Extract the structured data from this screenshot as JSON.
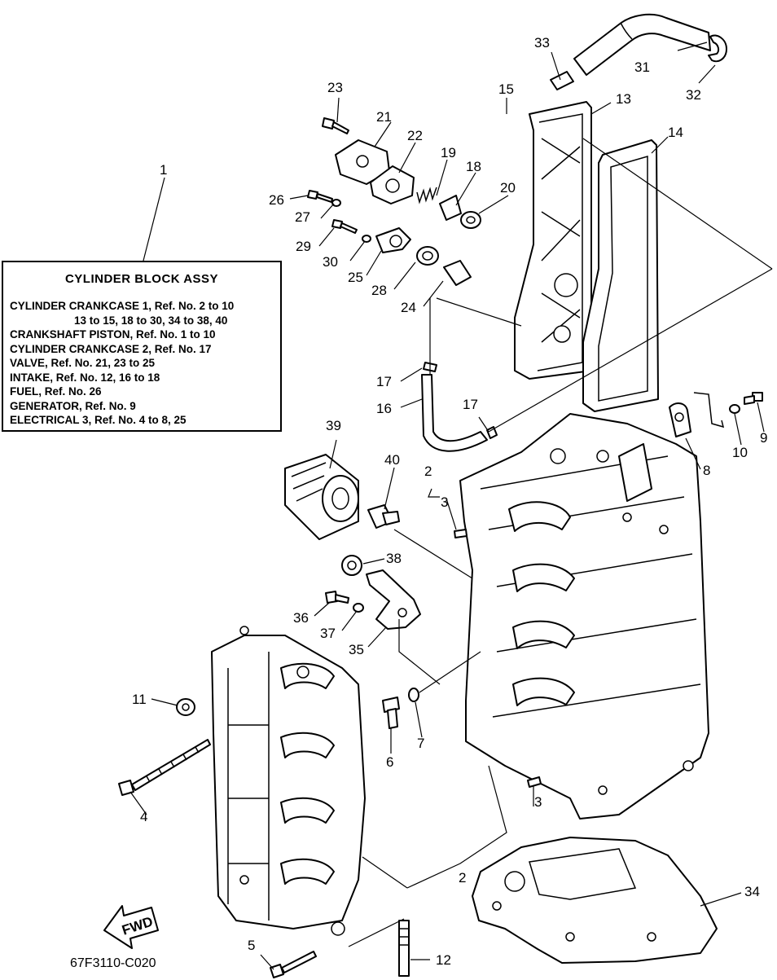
{
  "legend": {
    "title": "CYLINDER BLOCK ASSY",
    "lines": [
      "CYLINDER CRANKCASE 1, Ref. No. 2 to 10",
      "13 to 15, 18 to 30, 34 to 38, 40",
      "CRANKSHAFT PISTON,   Ref. No. 1 to 10",
      "CYLINDER CRANKCASE 2,  Ref. No. 17",
      "VALVE,   Ref. No. 21, 23 to 25",
      "INTAKE,  Ref. No. 12, 16 to 18",
      "FUEL,  Ref. No. 26",
      "GENERATOR,  Ref. No. 9",
      "ELECTRICAL 3,  Ref. No. 4 to 8, 25"
    ]
  },
  "callouts": [
    "1",
    "2",
    "3",
    "4",
    "5",
    "6",
    "7",
    "8",
    "9",
    "10",
    "11",
    "12",
    "13",
    "14",
    "15",
    "16",
    "17",
    "18",
    "19",
    "20",
    "21",
    "22",
    "23",
    "24",
    "25",
    "26",
    "27",
    "28",
    "29",
    "30",
    "31",
    "32",
    "33",
    "34",
    "35",
    "36",
    "37",
    "38",
    "39",
    "40"
  ],
  "fwd_label": "FWD",
  "doc_code": "67F3110-C020"
}
